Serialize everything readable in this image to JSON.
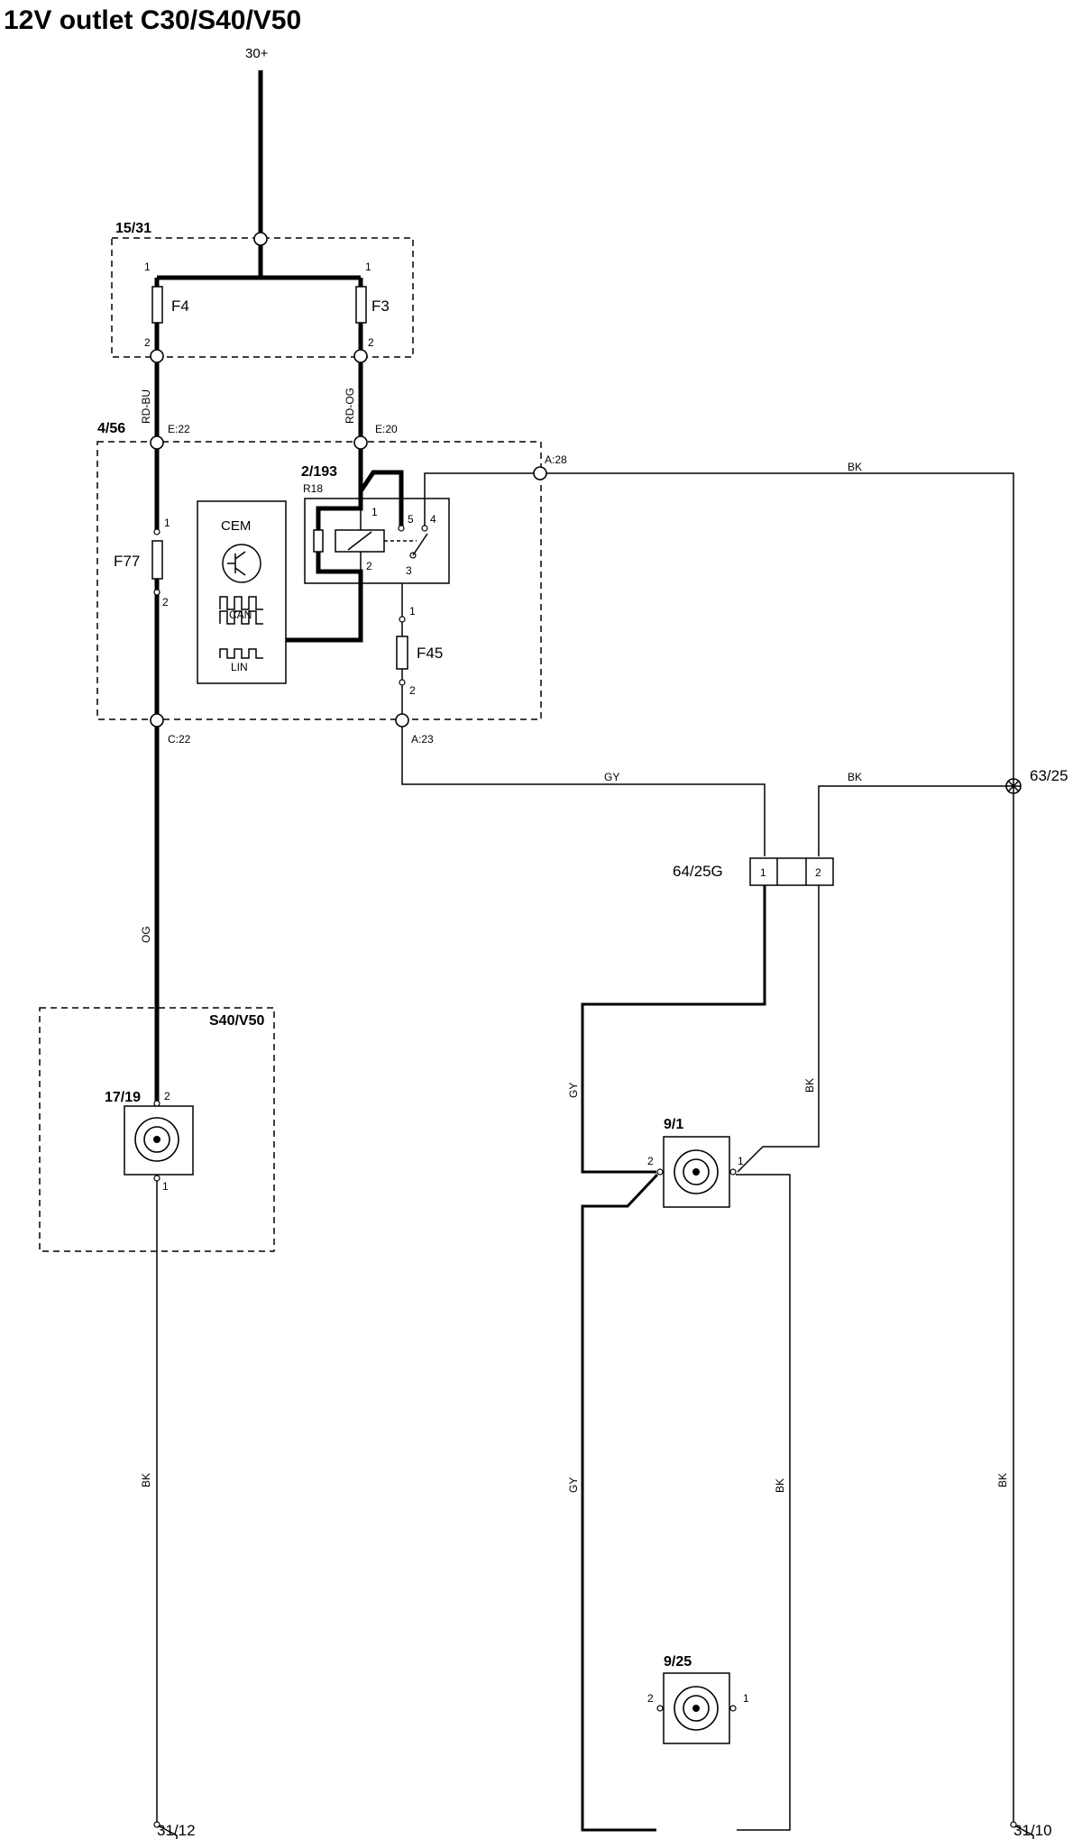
{
  "title": "12V outlet C30/S40/V50",
  "supply": "30+",
  "fusebox": {
    "id": "15/31",
    "fuse_left": "F4",
    "fuse_right": "F3",
    "pin1": "1",
    "pin2": "2"
  },
  "wires": {
    "rd_bu": "RD-BU",
    "rd_og": "RD-OG",
    "og": "OG",
    "bk": "BK",
    "gy": "GY"
  },
  "cem_box": {
    "id": "4/56",
    "e22": "E:22",
    "e20": "E:20",
    "a28": "A:28",
    "c22": "C:22",
    "a23": "A:23",
    "fuse": "F77",
    "fuse2": "F45",
    "cem_label": "CEM",
    "can": "CAN",
    "lin": "LIN"
  },
  "relay": {
    "id": "2/193",
    "ref": "R18",
    "p1": "1",
    "p2": "2",
    "p3": "3",
    "p4": "4",
    "p5": "5"
  },
  "ground_point": "63/25",
  "connector": {
    "id": "64/25G",
    "p1": "1",
    "p2": "2"
  },
  "variant_box": "S40/V50",
  "outlets": [
    {
      "id": "17/19",
      "p1": "1",
      "p2": "2"
    },
    {
      "id": "9/1",
      "p1": "1",
      "p2": "2"
    },
    {
      "id": "9/25",
      "p1": "1",
      "p2": "2"
    }
  ],
  "grounds": [
    "31/12",
    "31/10"
  ]
}
